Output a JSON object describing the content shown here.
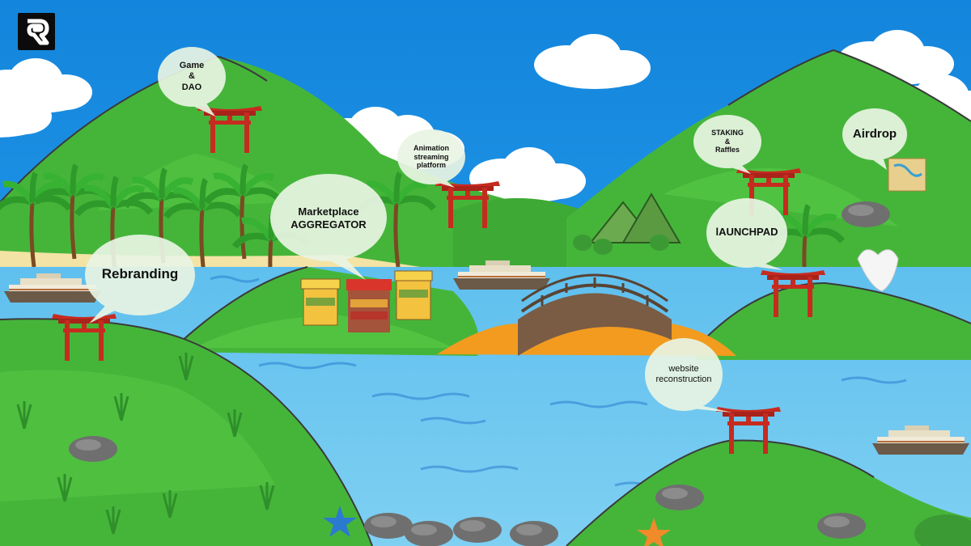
{
  "colors": {
    "sky": "#1a8ee0",
    "water": "#6cc3ec",
    "grass": "#4cbf3a",
    "grass_dark": "#2f8f2a",
    "torii": "#c62b1f",
    "bubble": "#e9f5e4",
    "logo_bg": "#0b0b0b"
  },
  "logo": {
    "icon": "brand-r-logo-icon"
  },
  "roadmap": {
    "game_dao": [
      "Game",
      "&",
      "DAO"
    ],
    "animation": [
      "Animation",
      "streaming",
      "platform"
    ],
    "staking": [
      "STAKING",
      "&",
      "Raffles"
    ],
    "airdrop": [
      "Airdrop"
    ],
    "marketplace": [
      "Marketplace",
      "AGGREGATOR"
    ],
    "launchpad": [
      "lAUNCHPAD"
    ],
    "rebranding": [
      "Rebranding"
    ],
    "website": [
      "website",
      "reconstruction"
    ]
  }
}
